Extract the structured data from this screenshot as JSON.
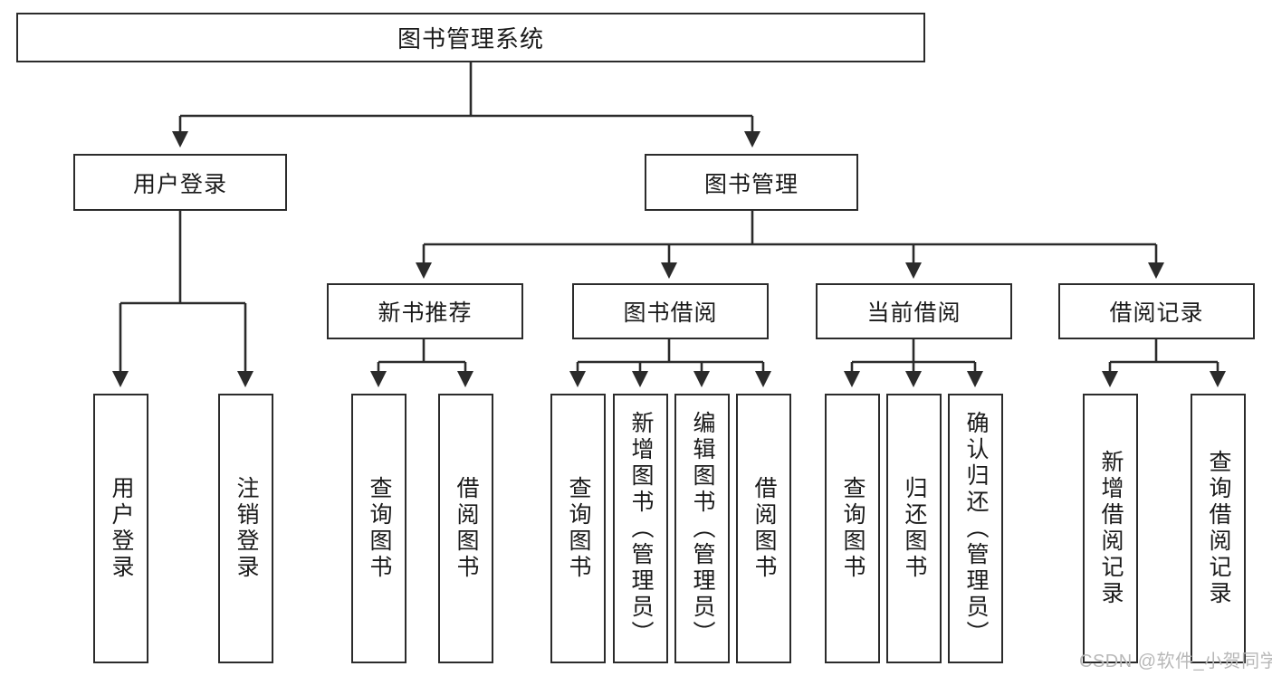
{
  "diagram": {
    "type": "tree-hierarchy-chart",
    "title": "图书管理系统",
    "stroke_color": "#2b2b2b",
    "fill_color": "#ffffff",
    "text_color": "#1a1a1a",
    "levels": {
      "root": {
        "label": "图书管理系统"
      },
      "level2": [
        {
          "label": "用户登录"
        },
        {
          "label": "图书管理"
        }
      ],
      "level3": [
        {
          "label": "新书推荐"
        },
        {
          "label": "图书借阅"
        },
        {
          "label": "当前借阅"
        },
        {
          "label": "借阅记录"
        }
      ],
      "leaves": {
        "user_login": [
          {
            "label": "用户登录"
          },
          {
            "label": "注销登录"
          }
        ],
        "new_book_recommend": [
          {
            "label": "查询图书"
          },
          {
            "label": "借阅图书"
          }
        ],
        "book_borrow": [
          {
            "label": "查询图书"
          },
          {
            "label": "新增图书（管理员）"
          },
          {
            "label": "编辑图书（管理员）"
          },
          {
            "label": "借阅图书"
          }
        ],
        "current_borrow": [
          {
            "label": "查询图书"
          },
          {
            "label": "归还图书"
          },
          {
            "label": "确认归还（管理员）"
          }
        ],
        "borrow_record": [
          {
            "label": "新增借阅记录"
          },
          {
            "label": "查询借阅记录"
          }
        ]
      }
    }
  },
  "watermark": {
    "text": "CSDN @软件_小贺同学"
  }
}
